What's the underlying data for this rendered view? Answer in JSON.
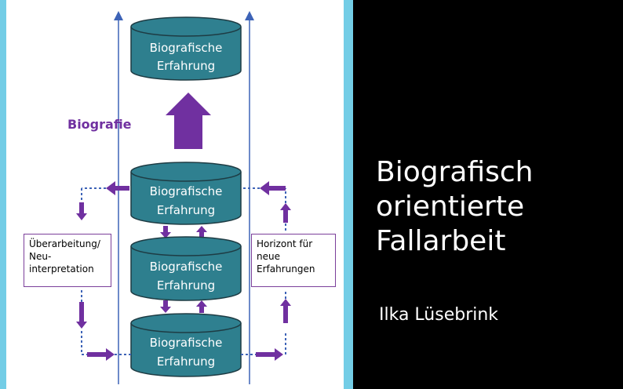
{
  "diagram": {
    "cylinders": [
      {
        "line1": "Biografische",
        "line2": "Erfahrung"
      },
      {
        "line1": "Biografische",
        "line2": "Erfahrung"
      },
      {
        "line1": "Biografische",
        "line2": "Erfahrung"
      },
      {
        "line1": "Biografische",
        "line2": "Erfahrung"
      }
    ],
    "biografie_label": "Biografie",
    "left_box": {
      "line1": "Überarbeitung/",
      "line2": "Neu-",
      "line3": "interpretation"
    },
    "right_box": {
      "line1": "Horizont für",
      "line2": "neue",
      "line3": "Erfahrungen"
    },
    "colors": {
      "cylinder_fill": "#2e7f8e",
      "cylinder_top": "#2f8090",
      "arrow_purple": "#7030a0",
      "axis_blue": "#3d63b7",
      "panel_blue": "#73cde6"
    }
  },
  "title": {
    "line1": "Biografisch",
    "line2": "orientierte",
    "line3": "Fallarbeit"
  },
  "author": "Ilka Lüsebrink"
}
